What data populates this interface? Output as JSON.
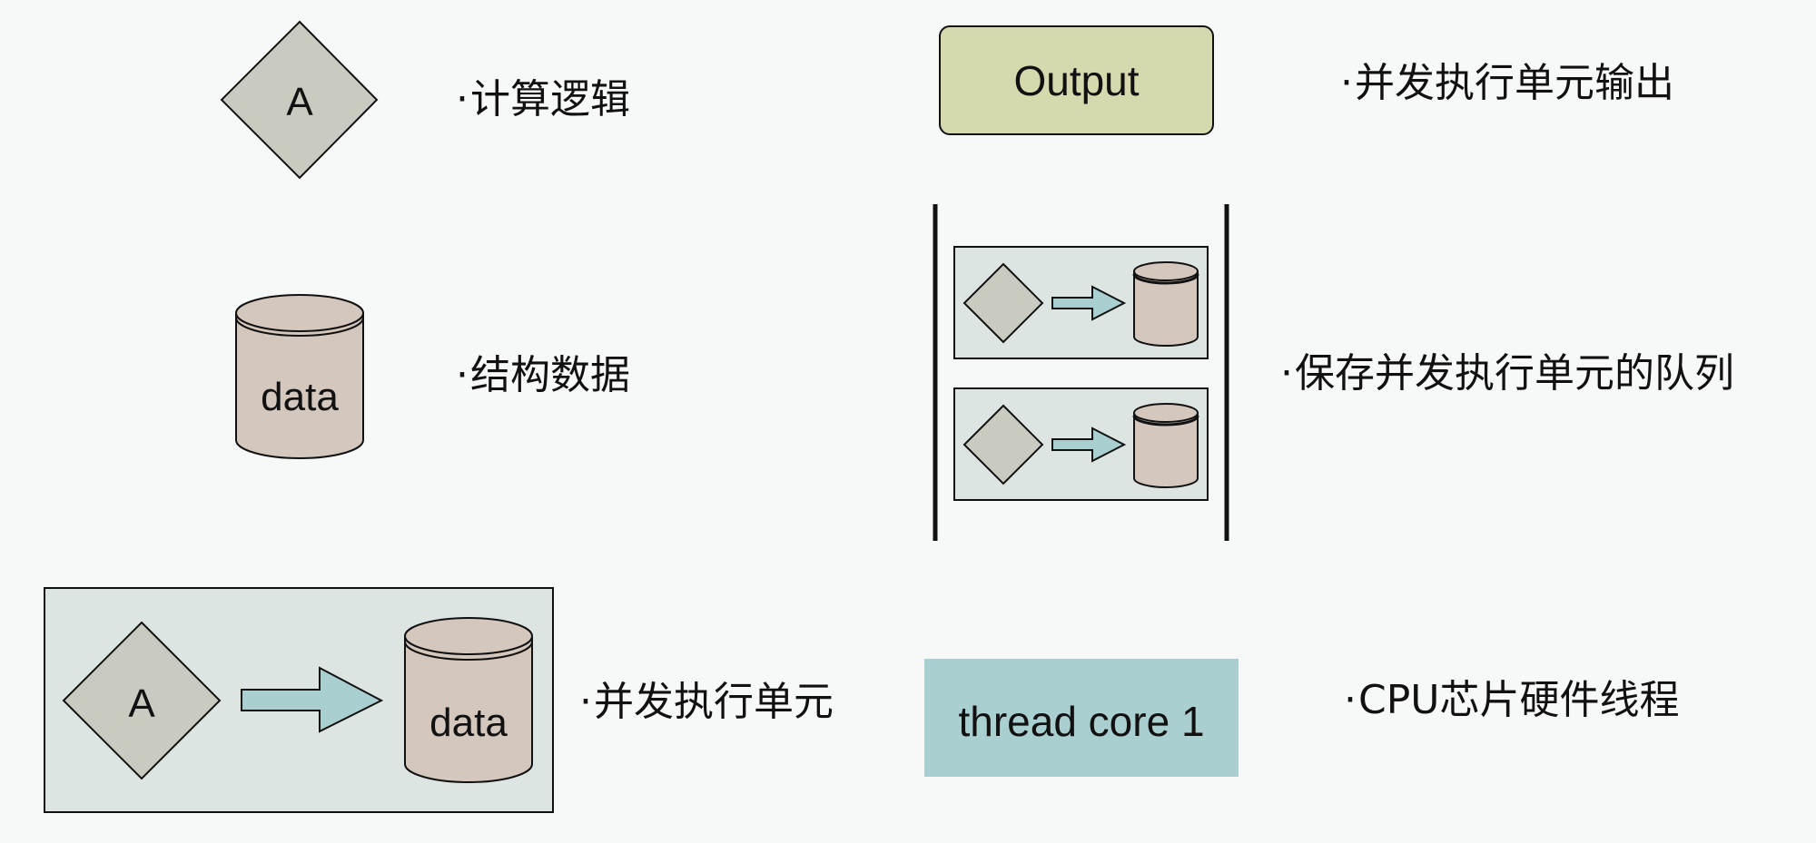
{
  "legend": [
    {
      "id": "logic",
      "symbol_text": "A",
      "bullet": "·",
      "description": "计算逻辑"
    },
    {
      "id": "data",
      "symbol_text": "data",
      "bullet": "·",
      "description": "结构数据"
    },
    {
      "id": "unit",
      "symbol_text_a": "A",
      "symbol_text_data": "data",
      "bullet": "·",
      "description": "并发执行单元"
    },
    {
      "id": "output",
      "symbol_text": "Output",
      "bullet": "·",
      "description": "并发执行单元输出"
    },
    {
      "id": "queue",
      "bullet": "·",
      "description": "保存并发执行单元的队列"
    },
    {
      "id": "thread",
      "symbol_text": "thread core 1",
      "bullet": "·",
      "description": "CPU芯片硬件线程"
    }
  ],
  "colors": {
    "background": "#f7f9f8",
    "diamond_fill": "#c9cac0",
    "cylinder_fill": "#d4c7bd",
    "unit_box_fill": "#dce5e2",
    "arrow_fill": "#aacfd0",
    "output_fill": "#d6d8ae",
    "thread_fill": "#aacfd0",
    "stroke": "#111111"
  }
}
